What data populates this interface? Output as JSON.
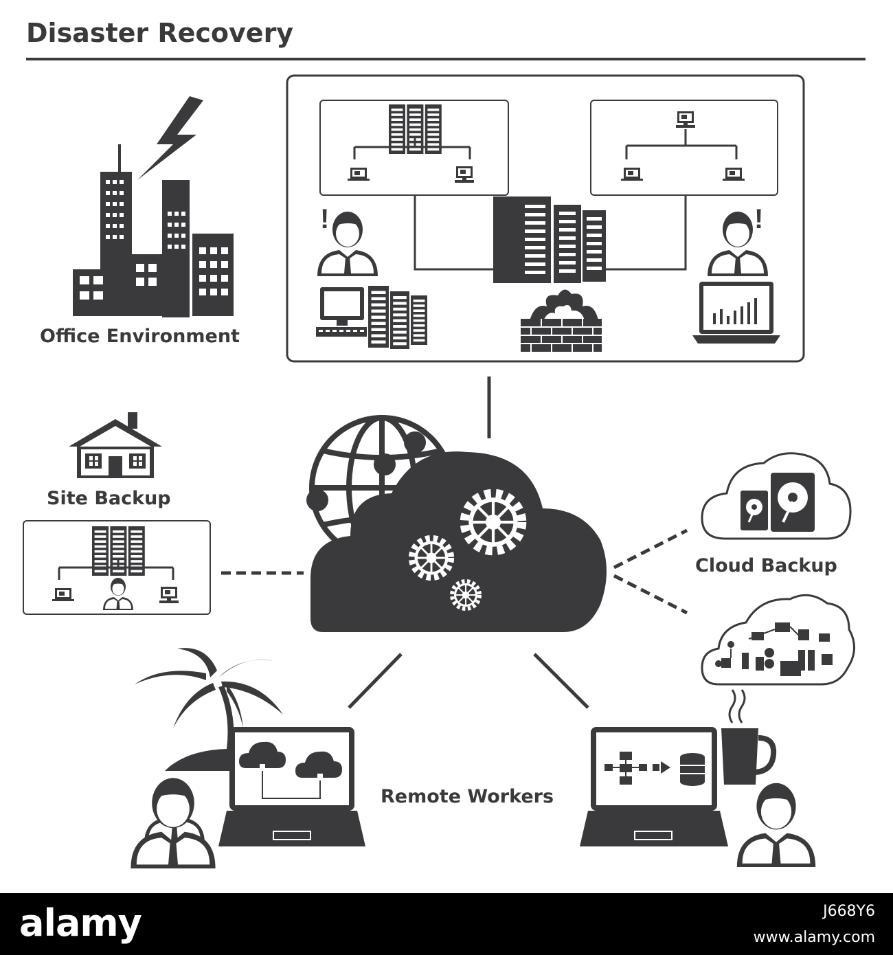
{
  "title": "Disaster Recovery",
  "labels": {
    "office": "Office Environment",
    "site": "Site Backup",
    "cloud": "Cloud Backup",
    "remote": "Remote Workers"
  },
  "footer": {
    "brand": "alamy",
    "image_id": "J668Y6",
    "url": "www.alamy.com"
  },
  "colors": {
    "ink": "#3a3a3c",
    "paper": "#ffffff",
    "band": "#000000"
  },
  "icons": [
    "lightning-icon",
    "city-buildings-icon",
    "server-rack-icon",
    "network-diagram-icon",
    "businessman-icon",
    "desktop-computer-icon",
    "firewall-icon",
    "laptop-chart-icon",
    "house-icon",
    "globe-icon",
    "cloud-gears-icon",
    "hard-drive-cloud-icon",
    "cloud-services-icon",
    "palm-tree-icon",
    "laptop-cloud-sync-icon",
    "coffee-cup-icon",
    "laptop-database-icon"
  ]
}
